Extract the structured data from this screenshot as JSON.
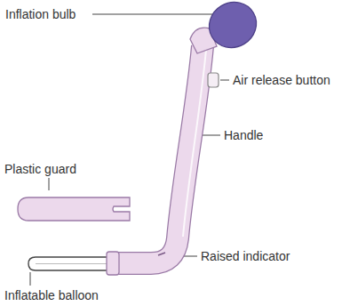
{
  "diagram": {
    "labels": [
      "Inflation bulb",
      "Air release button",
      "Plastic guard",
      "Handle",
      "Raised indicator",
      "Inflatable balloon"
    ]
  }
}
